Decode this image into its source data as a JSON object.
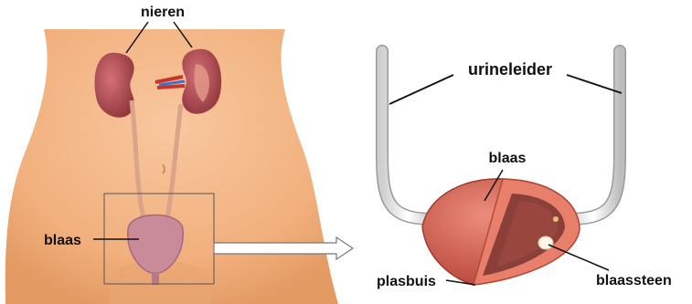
{
  "labels": {
    "kidneys": "nieren",
    "bladder_left": "blaas",
    "ureter": "urineleider",
    "bladder_right": "blaas",
    "urethra": "plasbuis",
    "bladder_stone": "blaassteen"
  },
  "colors": {
    "skin": "#f2b07d",
    "skin_shadow": "#e39a63",
    "kidney": "#b8545a",
    "bladder": "#cf5a4c",
    "bladder_inner": "#8a3f38",
    "ureter_tube": "#f4f4f4",
    "stone": "#fff6e6"
  },
  "icons": {
    "arrow": "right-arrow-outline-icon"
  }
}
